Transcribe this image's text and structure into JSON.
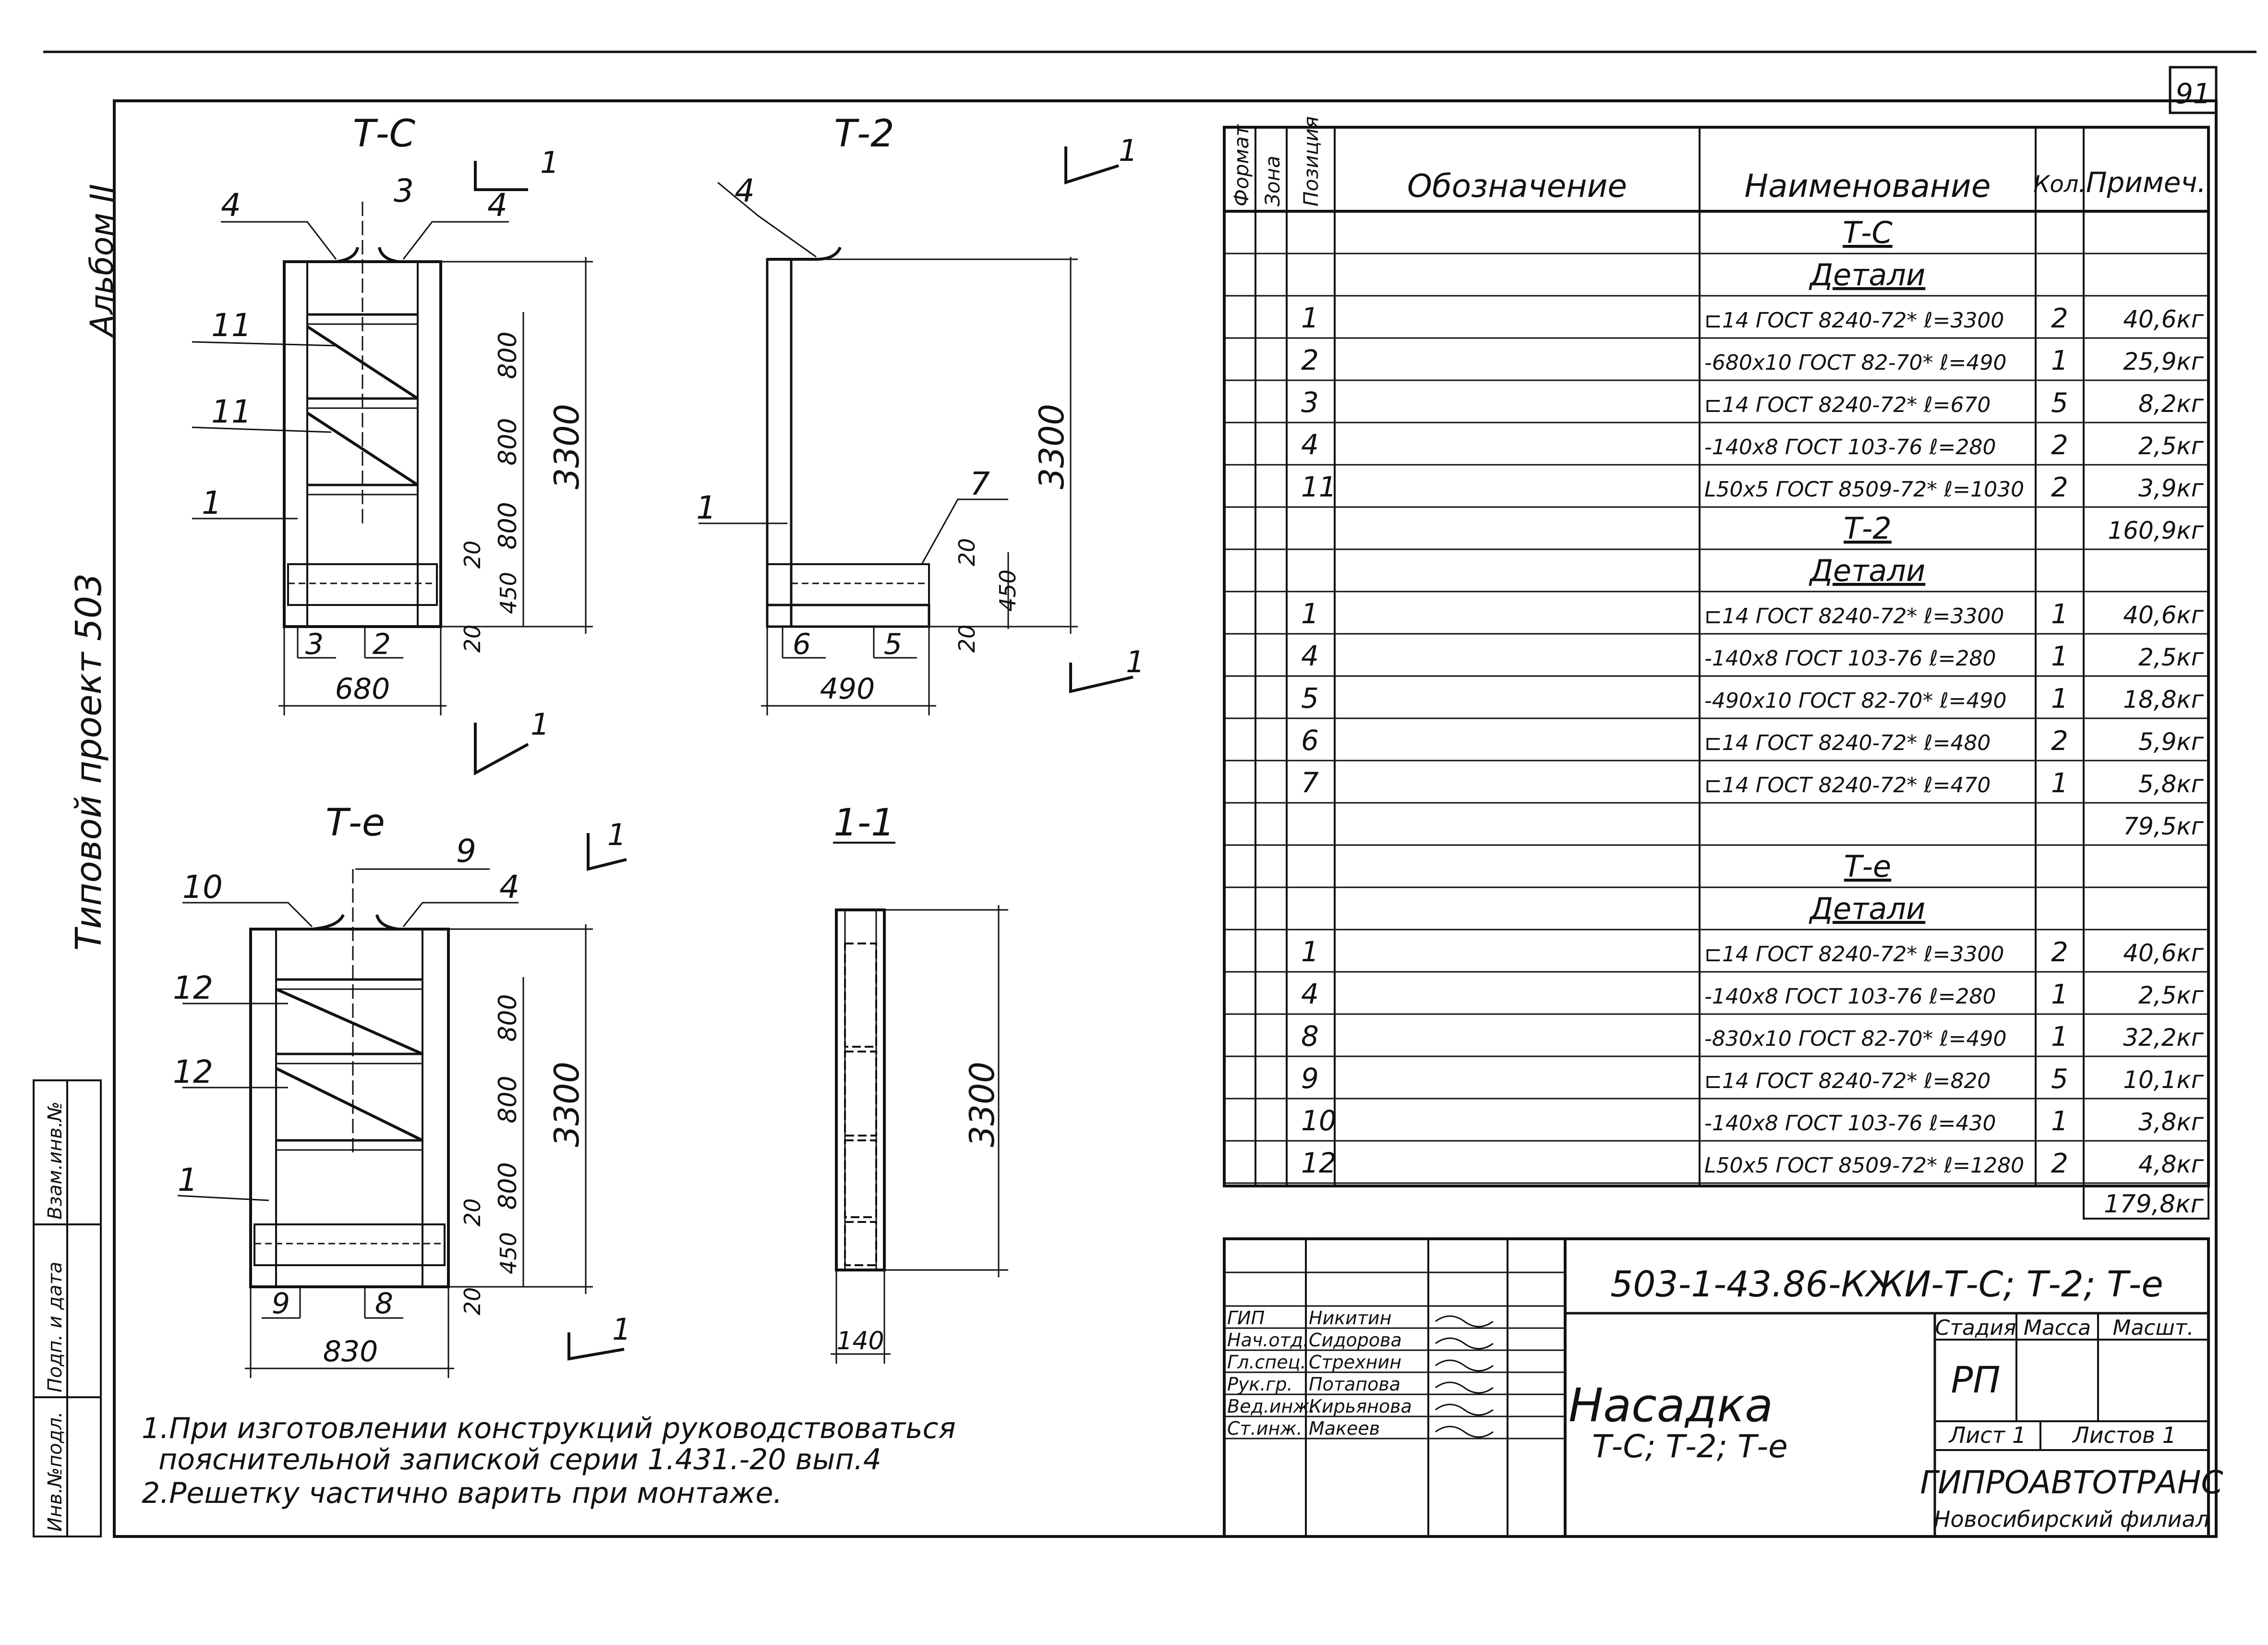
{
  "sheet": {
    "page_number": "91",
    "side_album": "Альбом II",
    "side_project": "Типовой проект 503",
    "side_stamps": [
      "Инв.№подл.",
      "Подп. и дата",
      "Взам.инв.№"
    ]
  },
  "drawings": {
    "tc": {
      "title": "Т-С",
      "width_dim": "680",
      "height_dim": "3300",
      "spacings": [
        "800",
        "800",
        "800",
        "450",
        "20",
        "20"
      ],
      "positions": [
        "4",
        "3",
        "4",
        "11",
        "11",
        "1",
        "3",
        "2"
      ]
    },
    "t2": {
      "title": "Т-2",
      "width_dim": "490",
      "height_dim": "3300",
      "spacings": [
        "20",
        "450",
        "20"
      ],
      "positions": [
        "4",
        "1",
        "7",
        "6",
        "5"
      ]
    },
    "te": {
      "title": "Т-е",
      "width_dim": "830",
      "height_dim": "3300",
      "spacings": [
        "800",
        "800",
        "800",
        "450",
        "20",
        "20"
      ],
      "positions": [
        "10",
        "9",
        "4",
        "12",
        "12",
        "1",
        "9",
        "8"
      ]
    },
    "section": {
      "title": "1-1",
      "width_dim": "140",
      "height_dim": "3300"
    },
    "cut_mark": "1"
  },
  "spec": {
    "headers": {
      "format": "Формат",
      "zone": "Зона",
      "position": "Позиция",
      "designation": "Обозначение",
      "name": "Наименование",
      "qty": "Кол.",
      "note": "Примеч."
    },
    "rows": [
      {
        "pos": "",
        "name": "Т-С",
        "qty": "",
        "note": "",
        "kind": "title"
      },
      {
        "pos": "",
        "name": "Детали",
        "qty": "",
        "note": "",
        "kind": "title"
      },
      {
        "pos": "1",
        "name": "⊏14 ГОСТ 8240-72* ℓ=3300",
        "qty": "2",
        "note": "40,6кг",
        "kind": "item"
      },
      {
        "pos": "2",
        "name": "-680х10 ГОСТ 82-70* ℓ=490",
        "qty": "1",
        "note": "25,9кг",
        "kind": "item"
      },
      {
        "pos": "3",
        "name": "⊏14 ГОСТ 8240-72* ℓ=670",
        "qty": "5",
        "note": "8,2кг",
        "kind": "item"
      },
      {
        "pos": "4",
        "name": "-140х8 ГОСТ 103-76 ℓ=280",
        "qty": "2",
        "note": "2,5кг",
        "kind": "item"
      },
      {
        "pos": "11",
        "name": "L50х5 ГОСТ 8509-72* ℓ=1030",
        "qty": "2",
        "note": "3,9кг",
        "kind": "item"
      },
      {
        "pos": "",
        "name": "Т-2",
        "qty": "",
        "note": "160,9кг",
        "kind": "title"
      },
      {
        "pos": "",
        "name": "Детали",
        "qty": "",
        "note": "",
        "kind": "title"
      },
      {
        "pos": "1",
        "name": "⊏14 ГОСТ 8240-72* ℓ=3300",
        "qty": "1",
        "note": "40,6кг",
        "kind": "item"
      },
      {
        "pos": "4",
        "name": "-140х8 ГОСТ 103-76 ℓ=280",
        "qty": "1",
        "note": "2,5кг",
        "kind": "item"
      },
      {
        "pos": "5",
        "name": "-490х10 ГОСТ 82-70* ℓ=490",
        "qty": "1",
        "note": "18,8кг",
        "kind": "item"
      },
      {
        "pos": "6",
        "name": "⊏14 ГОСТ 8240-72* ℓ=480",
        "qty": "2",
        "note": "5,9кг",
        "kind": "item"
      },
      {
        "pos": "7",
        "name": "⊏14 ГОСТ 8240-72* ℓ=470",
        "qty": "1",
        "note": "5,8кг",
        "kind": "item"
      },
      {
        "pos": "",
        "name": "",
        "qty": "",
        "note": "79,5кг",
        "kind": "item"
      },
      {
        "pos": "",
        "name": "Т-е",
        "qty": "",
        "note": "",
        "kind": "title"
      },
      {
        "pos": "",
        "name": "Детали",
        "qty": "",
        "note": "",
        "kind": "title"
      },
      {
        "pos": "1",
        "name": "⊏14 ГОСТ 8240-72* ℓ=3300",
        "qty": "2",
        "note": "40,6кг",
        "kind": "item"
      },
      {
        "pos": "4",
        "name": "-140х8 ГОСТ 103-76 ℓ=280",
        "qty": "1",
        "note": "2,5кг",
        "kind": "item"
      },
      {
        "pos": "8",
        "name": "-830х10 ГОСТ 82-70* ℓ=490",
        "qty": "1",
        "note": "32,2кг",
        "kind": "item"
      },
      {
        "pos": "9",
        "name": "⊏14 ГОСТ 8240-72* ℓ=820",
        "qty": "5",
        "note": "10,1кг",
        "kind": "item"
      },
      {
        "pos": "10",
        "name": "-140х8 ГОСТ 103-76 ℓ=430",
        "qty": "1",
        "note": "3,8кг",
        "kind": "item"
      },
      {
        "pos": "12",
        "name": "L50х5 ГОСТ 8509-72* ℓ=1280",
        "qty": "2",
        "note": "4,8кг",
        "kind": "item"
      }
    ],
    "total": "179,8кг"
  },
  "title_block": {
    "code": "503-1-43.86-КЖИ-Т-С; Т-2; Т-е",
    "title": "Насадка",
    "subtitle": "Т-С; Т-2; Т-е",
    "stage_label": "Стадия",
    "mass_label": "Масса",
    "scale_label": "Масшт.",
    "stage": "РП",
    "sheet_label": "Лист 1",
    "sheets_label": "Листов 1",
    "org": "ГИПРОАВТОТРАНС",
    "branch": "Новосибирский филиал",
    "people": [
      {
        "role": "ГИП",
        "name": "Никитин"
      },
      {
        "role": "Нач.отд.",
        "name": "Сидорова"
      },
      {
        "role": "Гл.спец.",
        "name": "Стрехнин"
      },
      {
        "role": "Рук.гр.",
        "name": "Потапова"
      },
      {
        "role": "Вед.инж.",
        "name": "Кирьянова"
      },
      {
        "role": "Ст.инж.",
        "name": "Макеев"
      }
    ]
  },
  "notes": [
    "1.При изготовлении конструкций руководствоваться",
    "пояснительной запиской серии 1.431.-20 вып.4",
    "2.Решетку частично варить при монтаже."
  ]
}
